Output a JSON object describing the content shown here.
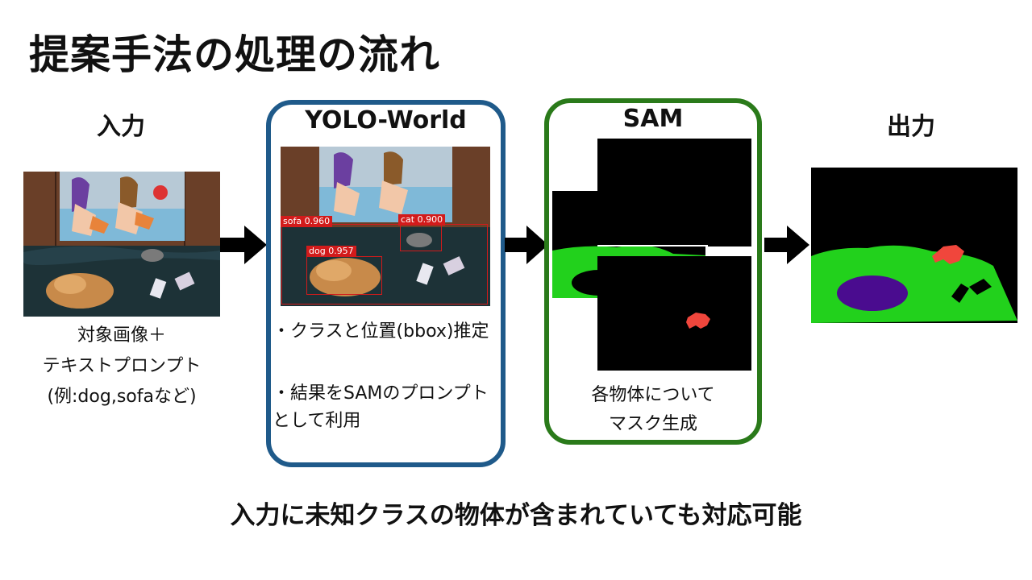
{
  "title": "提案手法の処理の流れ",
  "input": {
    "heading": "入力",
    "caption_lines": [
      "対象画像＋",
      "テキストプロンプト",
      "(例:dog,sofaなど)"
    ]
  },
  "yolo": {
    "heading": "YOLO-World",
    "detections": [
      {
        "label": "sofa 0.960"
      },
      {
        "label": "cat 0.900"
      },
      {
        "label": "dog 0.957"
      }
    ],
    "notes": [
      "・クラスと位置(bbox)推定",
      "・結果をSAMのプロンプトとして利用"
    ],
    "border_color": "#1f5a8a"
  },
  "sam": {
    "heading": "SAM",
    "caption_lines": [
      "各物体について",
      "マスク生成"
    ],
    "border_color": "#2a7a1a"
  },
  "output": {
    "heading": "出力"
  },
  "footer": "入力に未知クラスの物体が含まれていても対応可能",
  "colors": {
    "mask_green": "#22d11c",
    "mask_purple": "#4a0c8f",
    "mask_red": "#f0463c",
    "arrow": "#000000"
  }
}
